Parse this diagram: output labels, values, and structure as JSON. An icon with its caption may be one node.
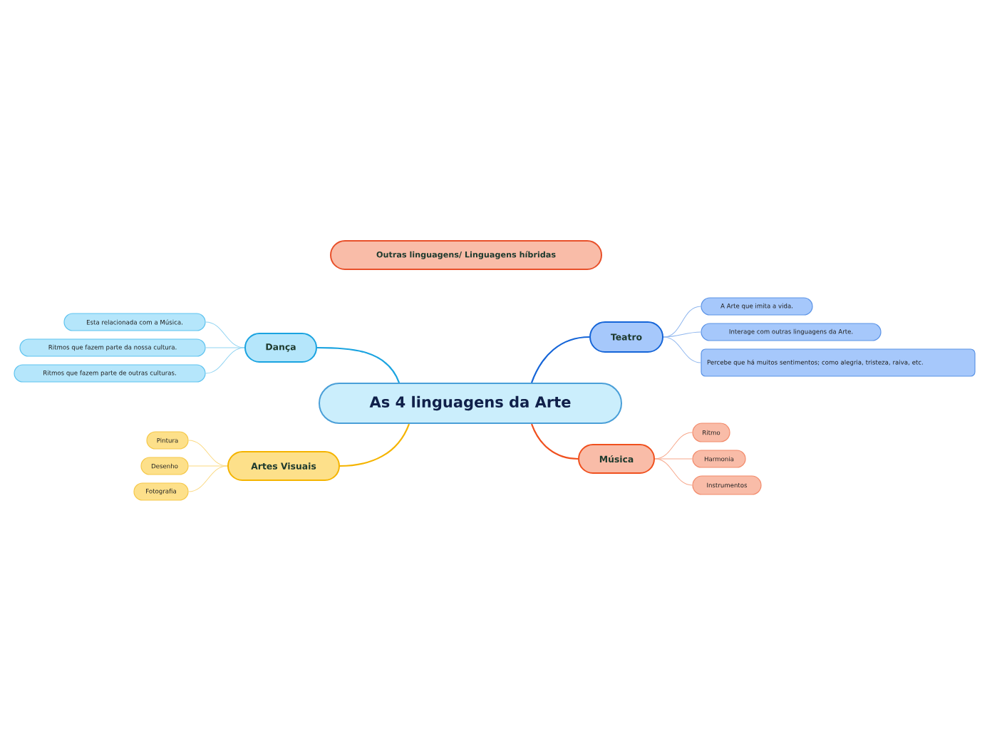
{
  "diagram": {
    "nodes": [
      {
        "text": [
          "As 4 linguagens da Arte"
        ]
      },
      {
        "text": [
          "Outras linguagens/ Linguagens híbridas"
        ]
      },
      {
        "text": [
          "Dança"
        ]
      },
      {
        "text": [
          "Esta relacionada com a Música."
        ]
      },
      {
        "text": [
          "Ritmos que fazem parte da nossa cultura."
        ]
      },
      {
        "text": [
          "Ritmos que fazem parte de outras culturas."
        ]
      },
      {
        "text": [
          "Artes Visuais"
        ]
      },
      {
        "text": [
          "Pintura"
        ]
      },
      {
        "text": [
          "Desenho"
        ]
      },
      {
        "text": [
          "Fotografia"
        ]
      },
      {
        "text": [
          "Teatro"
        ]
      },
      {
        "text": [
          "A Arte que imita a vida."
        ]
      },
      {
        "text": [
          "Interage com outras linguagens da Arte."
        ]
      },
      {
        "text": [
          "Percebe que há muitos sentimentos; como alegria, tristeza, raiva, etc."
        ]
      },
      {
        "text": [
          "Música"
        ]
      },
      {
        "text": [
          "Ritmo"
        ]
      },
      {
        "text": [
          "Harmonia"
        ]
      },
      {
        "text": [
          "Instrumentos"
        ]
      }
    ],
    "edges": [
      {
        "from": 0,
        "to": 2,
        "arrow": "none",
        "color": "#1aa3e0"
      },
      {
        "from": 2,
        "to": 3,
        "arrow": "none",
        "color": "#8fd3f2"
      },
      {
        "from": 2,
        "to": 4,
        "arrow": "none",
        "color": "#8fd3f2"
      },
      {
        "from": 2,
        "to": 5,
        "arrow": "none",
        "color": "#8fd3f2"
      },
      {
        "from": 0,
        "to": 6,
        "arrow": "none",
        "color": "#f5b400"
      },
      {
        "from": 6,
        "to": 7,
        "arrow": "none",
        "color": "#fbd980"
      },
      {
        "from": 6,
        "to": 8,
        "arrow": "none",
        "color": "#fbd980"
      },
      {
        "from": 6,
        "to": 9,
        "arrow": "none",
        "color": "#fbd980"
      },
      {
        "from": 0,
        "to": 10,
        "arrow": "none",
        "color": "#1565d8"
      },
      {
        "from": 10,
        "to": 11,
        "arrow": "none",
        "color": "#8fb6ee"
      },
      {
        "from": 10,
        "to": 12,
        "arrow": "none",
        "color": "#8fb6ee"
      },
      {
        "from": 10,
        "to": 13,
        "arrow": "none",
        "color": "#8fb6ee"
      },
      {
        "from": 0,
        "to": 14,
        "arrow": "none",
        "color": "#f0501e"
      },
      {
        "from": 14,
        "to": 15,
        "arrow": "none",
        "color": "#f7a88c"
      },
      {
        "from": 14,
        "to": 16,
        "arrow": "none",
        "color": "#f7a88c"
      },
      {
        "from": 14,
        "to": 17,
        "arrow": "none",
        "color": "#f7a88c"
      }
    ]
  }
}
